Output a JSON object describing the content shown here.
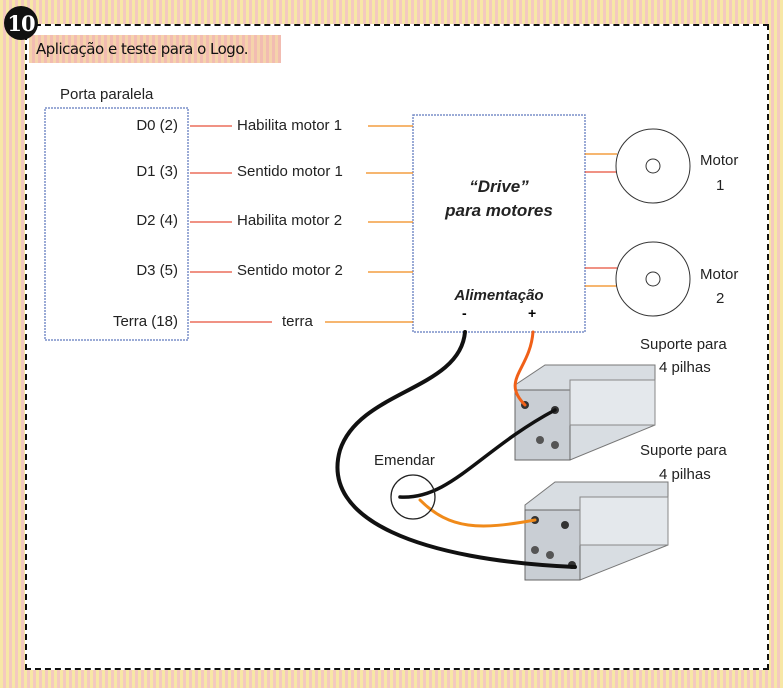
{
  "figure_number": "10",
  "title": "Aplicação e teste para o Logo.",
  "parallel_port": {
    "label": "Porta paralela",
    "pins": [
      "D0 (2)",
      "D1 (3)",
      "D2 (4)",
      "D3 (5)",
      "Terra (18)"
    ],
    "signals": [
      "Habilita motor 1",
      "Sentido motor 1",
      "Habilita motor 2",
      "Sentido motor 2",
      "terra"
    ]
  },
  "driver": {
    "title_line1": "“Drive”",
    "title_line2": "para motores",
    "power_label": "Alimentação",
    "minus": "-",
    "plus": "+"
  },
  "motors": [
    {
      "label": "Motor",
      "number": "1"
    },
    {
      "label": "Motor",
      "number": "2"
    }
  ],
  "battery_holders": [
    {
      "line1": "Suporte para",
      "line2": "4 pilhas"
    },
    {
      "line1": "Suporte para",
      "line2": "4 pilhas"
    }
  ],
  "splice_label": "Emendar",
  "colors": {
    "wire_red": "#e8503a",
    "wire_orange": "#f08a1a",
    "wire_black": "#111111",
    "box_border": "#7a8fc8"
  }
}
